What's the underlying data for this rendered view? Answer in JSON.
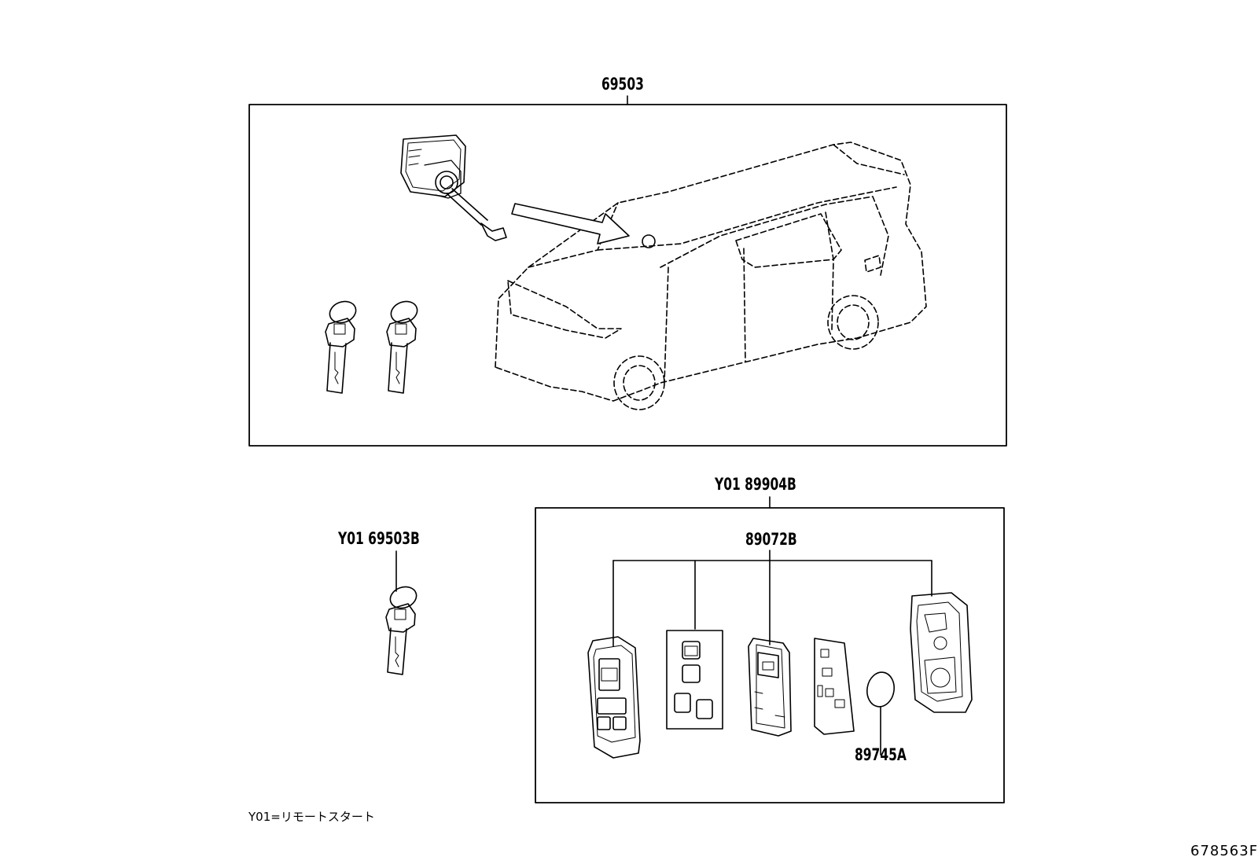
{
  "callouts": {
    "assembly_main": "69503",
    "remote_kit": "Y01 89904B",
    "spare_key": "Y01 69503B",
    "transmitter_parts": "89072B",
    "battery": "89745A"
  },
  "footnote": "Y01=リモートスタート",
  "illustration_code": "678563F"
}
